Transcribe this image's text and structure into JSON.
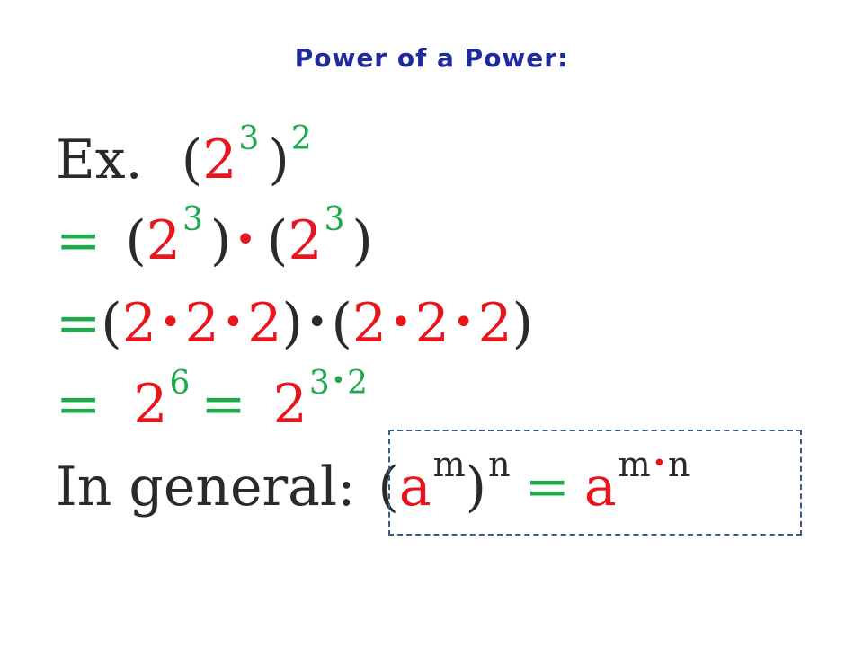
{
  "title": "Power of a Power:",
  "ex": {
    "label": "Ex.",
    "open": "(",
    "base": "2",
    "inner_exp": "3",
    "close": ")",
    "outer_exp": "2"
  },
  "line2": {
    "eq": "=",
    "open1": "(",
    "base1": "2",
    "exp1": "3",
    "close1": ")",
    "dot": "•",
    "open2": "(",
    "base2": "2",
    "exp2": "3",
    "close2": ")"
  },
  "line3": {
    "eq": "=",
    "open1": "(",
    "f1": "2",
    "d1": "•",
    "f2": "2",
    "d2": "•",
    "f3": "2",
    "close1": ")",
    "mid_dot": "•",
    "open2": "(",
    "f4": "2",
    "d3": "•",
    "f5": "2",
    "d4": "•",
    "f6": "2",
    "close2": ")"
  },
  "line4": {
    "eq1": "=",
    "base1": "2",
    "exp1": "6",
    "eq2": "=",
    "base2": "2",
    "exp2a": "3",
    "exp2dot": "•",
    "exp2b": "2"
  },
  "general": {
    "label": "In general:",
    "open": "(",
    "base": "a",
    "exp_m": "m",
    "close": ")",
    "exp_n": "n",
    "eq": "=",
    "rbase": "a",
    "rexp_m": "m",
    "rexp_dot": "•",
    "rexp_n": "n"
  },
  "colors": {
    "title": "#1f2a9c",
    "base": "#e8151c",
    "exponent": "#1daa4c",
    "text": "#2a2a2a",
    "box_border": "#3a5a8a"
  }
}
